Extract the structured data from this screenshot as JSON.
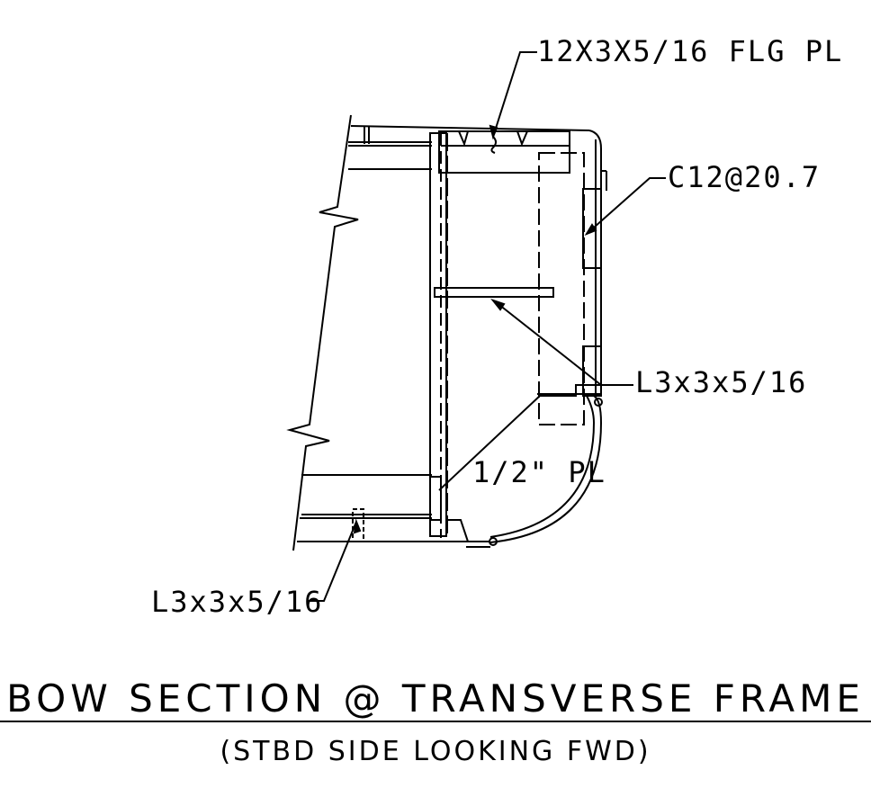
{
  "labels": {
    "flange_plate": "12X3X5/16 FLG PL",
    "channel": "C12@20.7",
    "angle_right": "L3x3x5/16",
    "plate": "1/2\" PL",
    "angle_left": "L3x3x5/16"
  },
  "title": "BOW SECTION @ TRANSVERSE FRAME",
  "subtitle": "(STBD SIDE LOOKING FWD)"
}
